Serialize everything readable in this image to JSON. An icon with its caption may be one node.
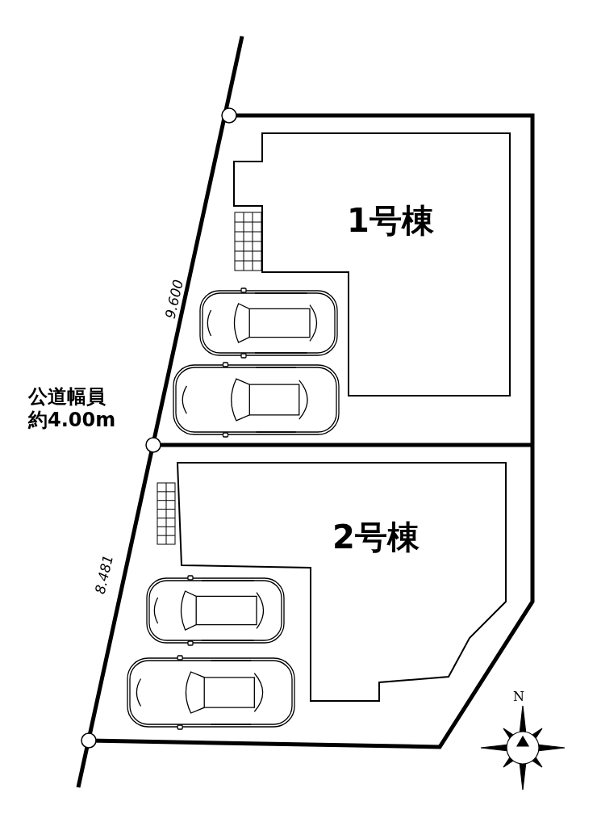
{
  "diagram": {
    "nodes": [
      {
        "text": [
          "1号棟"
        ]
      },
      {
        "text": [
          "2号棟"
        ]
      }
    ],
    "labels": [
      "9.600",
      "公道幅員",
      "約4.00m",
      "8.481",
      "N"
    ]
  }
}
